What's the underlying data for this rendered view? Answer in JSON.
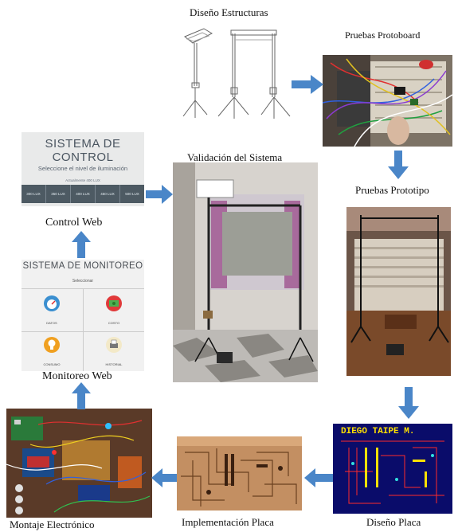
{
  "labels": {
    "diseno_estructuras": "Diseño Estructuras",
    "pruebas_protoboard": "Pruebas Protoboard",
    "validacion_sistema": "Validación del Sistema",
    "pruebas_prototipo": "Pruebas Prototipo",
    "control_web": "Control Web",
    "monitoreo_web": "Monitoreo Web",
    "montaje_electronico": "Montaje Electrónico",
    "implementacion_placa": "Implementación Placa",
    "diseno_placa": "Diseño Placa"
  },
  "control_web_ui": {
    "title": "SISTEMA DE CONTROL",
    "subtitle": "Seleccione el nivel de iluminación",
    "current": "Actualmente 400 LUX",
    "buttons": [
      "300 LUX",
      "350 LUX",
      "400 LUX",
      "450 LUX",
      "500 LUX"
    ]
  },
  "monitoreo_web_ui": {
    "title": "SISTEMA DE MONITOREO",
    "select": "Seleccionar",
    "tiles": [
      "DATOS",
      "COSTO",
      "CONSUMO",
      "HISTORIAL"
    ]
  },
  "pcb": {
    "text": "DIEGO TAIPE M."
  },
  "colors": {
    "arrow": "#4a86c8",
    "pcb_bg": "#0a0c6a",
    "pcb_trace": "#ff2a2a",
    "pcb_text": "#ffe100",
    "cw_bar": "#4d5a63"
  }
}
